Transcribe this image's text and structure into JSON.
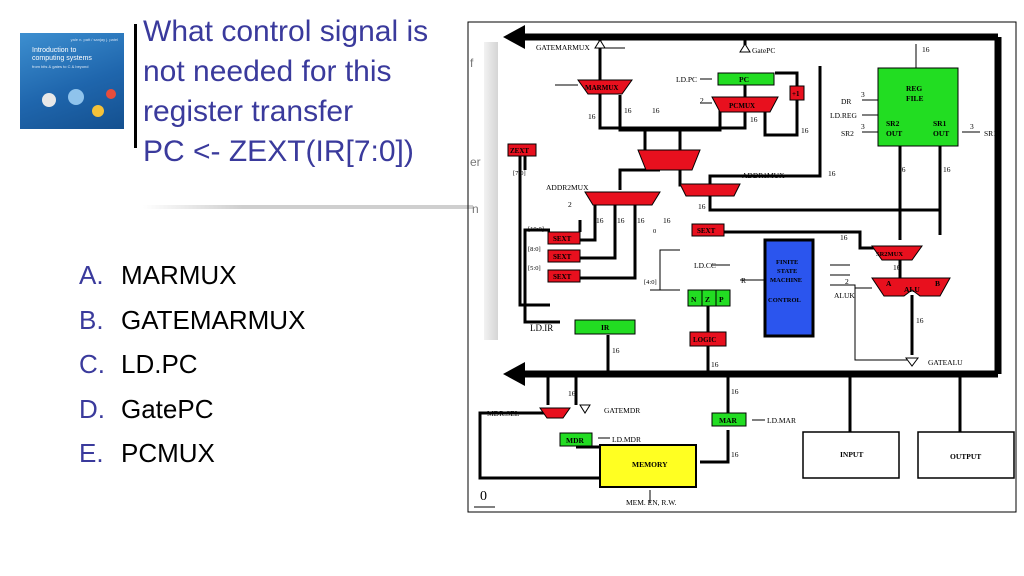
{
  "question": {
    "lines": [
      "What control signal is",
      "not needed for this",
      "register transfer",
      "PC <- ZEXT(IR[7:0])"
    ]
  },
  "cover": {
    "title_lines": [
      "Introduction to",
      "computing systems"
    ],
    "subtitle": "from bits & gates to C & beyond",
    "authors": "yale n. patt / sanjay j. patel"
  },
  "edge_glyphs": [
    "f",
    "er",
    "n"
  ],
  "answers": [
    {
      "letter": "A.",
      "text": "MARMUX"
    },
    {
      "letter": "B.",
      "text": "GATEMARMUX"
    },
    {
      "letter": "C.",
      "text": "LD.PC"
    },
    {
      "letter": "D.",
      "text": "GatePC"
    },
    {
      "letter": "E.",
      "text": "PCMUX"
    }
  ],
  "datapath": {
    "bus_width": "16",
    "labels": {
      "gatemarmux": "GATEMARMUX",
      "gatepc": "GatePC",
      "ldpc": "LD.PC",
      "pc": "PC",
      "pcmux": "PCMUX",
      "marmux": "MARMUX",
      "plus_one": "+1",
      "zext": "ZEXT",
      "ir70": "[7:0]",
      "addr2mux": "ADDR2MUX",
      "addr1mux": "ADDR1MUX",
      "sext": "SEXT",
      "ir100": "[10:0]",
      "ir80": "[8:0]",
      "ir50": "[5:0]",
      "ir40": "[4:0]",
      "zero": "0",
      "two": "2",
      "three": "3",
      "regfile": "REG FILE",
      "dr": "DR",
      "ldreg": "LD.REG",
      "sr2": "SR2",
      "sr1": "SR1",
      "sr2out": "SR2 OUT",
      "sr1out": "SR1 OUT",
      "sr2mux": "SR2MUX",
      "alu": "ALU",
      "a": "A",
      "b": "B",
      "aluk": "ALUK",
      "gatealu": "GATEALU",
      "fsm": "FINITE STATE MACHINE",
      "control": "CONTROL",
      "ldcc": "LD.CC",
      "n": "N",
      "z": "Z",
      "p": "P",
      "logic": "LOGIC",
      "r": "R",
      "ldir": "LD.IR",
      "ir": "IR",
      "mdrsel": "MDR.SEL",
      "gatemdr": "GATEMDR",
      "mdr": "MDR",
      "ldmdr": "LD.MDR",
      "mar": "MAR",
      "ldmar": "LD.MAR",
      "memory": "MEMORY",
      "memen": "MEM. EN, R.W.",
      "input": "INPUT",
      "output": "OUTPUT",
      "bottom_zero": "0"
    }
  }
}
